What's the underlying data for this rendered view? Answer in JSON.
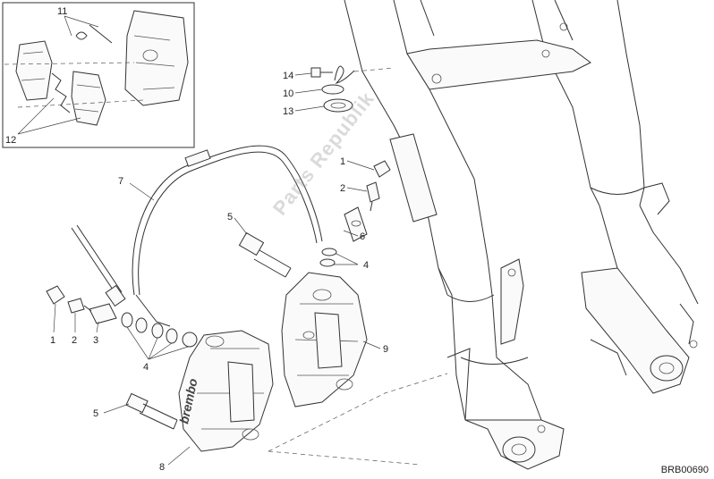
{
  "callouts": {
    "inset_11": "11",
    "inset_12": "12",
    "c14": "14",
    "c10": "10",
    "c13": "13",
    "c1_upper": "1",
    "c2_upper": "2",
    "c6": "6",
    "c4_upper": "4",
    "c7": "7",
    "c5_upper": "5",
    "c9": "9",
    "c1_lower": "1",
    "c2_lower": "2",
    "c3": "3",
    "c4_lower": "4",
    "c5_lower": "5",
    "c8": "8"
  },
  "caliper_brand": "brembo",
  "watermark": "Parts Republik",
  "drawing_code": "BRB00690"
}
